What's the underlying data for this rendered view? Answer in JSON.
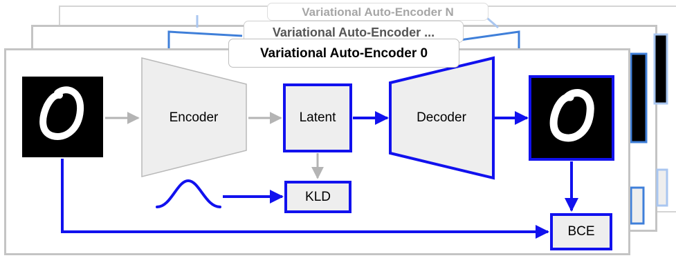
{
  "colors": {
    "accent_blue": "#1111ee",
    "light_blue": "#a9c6f0",
    "mid_blue": "#3f7fd9",
    "gray_arrow": "#b4b4b4",
    "frame_gray": "#c8c8c8",
    "block_fill": "#eeeeee"
  },
  "stack": {
    "vae_n_title": "Variational Auto-Encoder N",
    "vae_mid_title": "Variational Auto-Encoder ...",
    "vae_0_title": "Variational Auto-Encoder 0"
  },
  "diagram": {
    "encoder_label": "Encoder",
    "latent_label": "Latent",
    "decoder_label": "Decoder",
    "kld_label": "KLD",
    "bce_label": "BCE",
    "input_image": "handwritten-digit-zero",
    "output_image": "reconstructed-digit-zero",
    "prior_icon": "gaussian-curve"
  }
}
